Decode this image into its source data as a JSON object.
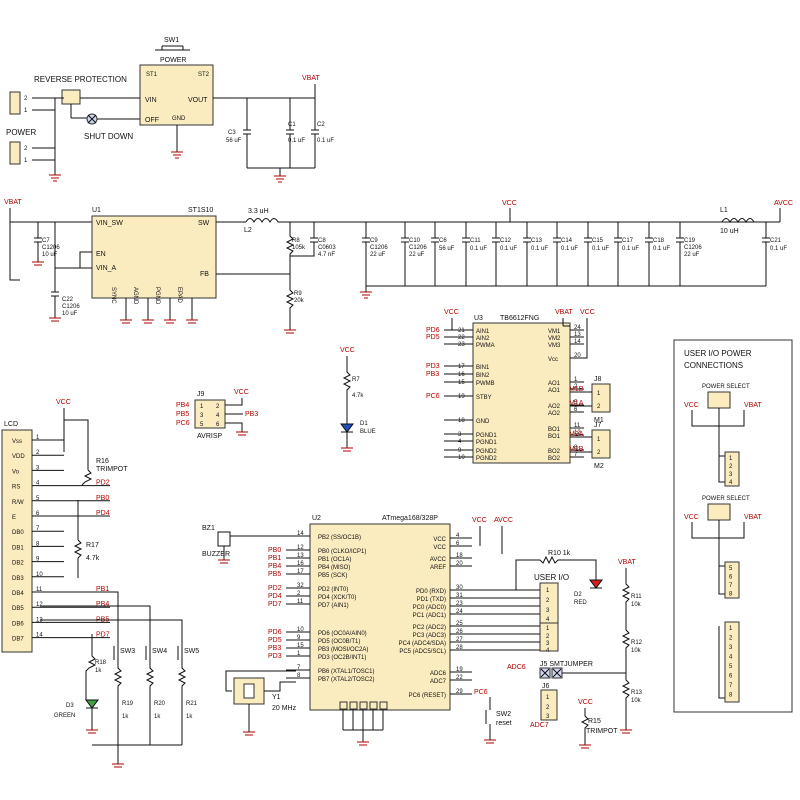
{
  "labels": {
    "reverse_protection": "REVERSE PROTECTION",
    "power_conn": "POWER",
    "shutdown": "SHUT DOWN",
    "sw1": "SW1",
    "sw1_power": "POWER",
    "vin": "VIN",
    "off": "OFF",
    "vout": "VOUT",
    "gnd": "GND",
    "vbat": "VBAT",
    "vcc": "VCC",
    "avcc": "AVCC",
    "u1": "U1",
    "st1s10": "ST1S10",
    "vin_sw": "VIN_SW",
    "en": "EN",
    "vin_a": "VIN_A",
    "sw": "SW",
    "fb": "FB",
    "l2": "L2",
    "l2_val": "3.3 uH",
    "l1": "L1",
    "l1_val": "10 uH",
    "u3": "U3",
    "tb6612": "TB6612FNG",
    "j9": "J9",
    "avrisp": "AVRISP",
    "lcd": "LCD",
    "u2": "U2",
    "atmega": "ATmega168/328P",
    "bz1": "BZ1",
    "buzzer": "BUZZER",
    "y1": "Y1",
    "y1_val": "20 MHz",
    "user_io": "USER I/O",
    "user_io_power": "USER I/O POWER",
    "connections": "CONNECTIONS",
    "power_select": "POWER SELECT",
    "r7": "R7",
    "r7_val": "4.7k",
    "d1": "D1",
    "d1_col": "BLUE",
    "r16": "R16",
    "trimpot": "TRIMPOT",
    "r17": "R17",
    "r17_val": "4.7k",
    "d3": "D3",
    "d3_col": "GREEN",
    "r18": "R18",
    "r18_val": "1k",
    "r10": "R10 1k",
    "d2": "D2",
    "d2_col": "RED",
    "r11": "R11",
    "r12": "R12",
    "r13": "R13",
    "r_10k": "10k",
    "j5": "J5 SMTJUMPER",
    "adc6": "ADC6",
    "adc7": "ADC7",
    "j6": "J6",
    "r15": "R15",
    "sw2": "SW2",
    "reset": "reset",
    "pc6": "PC6",
    "m1": "M1",
    "m2": "M2",
    "j8": "J8",
    "j7": "J7"
  },
  "caps_top": [
    {
      "ref": "C3",
      "val": "56 uF"
    },
    {
      "ref": "C1",
      "val": "0.1 uF"
    },
    {
      "ref": "C2",
      "val": "0.1 uF"
    }
  ],
  "caps_left": [
    {
      "ref": "C7",
      "val1": "C1206",
      "val2": "10 uF"
    },
    {
      "ref": "C22",
      "val1": "C1206",
      "val2": "10 uF"
    }
  ],
  "r8": {
    "ref": "R8",
    "val": "105k"
  },
  "r9": {
    "ref": "R9",
    "val": "20k"
  },
  "c8": {
    "ref": "C8",
    "val1": "C0603",
    "val2": "4.7 nF"
  },
  "caps_row": [
    {
      "ref": "C9",
      "val1": "C1206",
      "val2": "22 uF"
    },
    {
      "ref": "C10",
      "val1": "C1206",
      "val2": "22 uF"
    },
    {
      "ref": "C6",
      "val1": "",
      "val2": "56 uF"
    },
    {
      "ref": "C11",
      "val1": "",
      "val2": "0.1 uF"
    },
    {
      "ref": "C12",
      "val1": "",
      "val2": "0.1 uF"
    },
    {
      "ref": "C13",
      "val1": "",
      "val2": "0.1 uF"
    },
    {
      "ref": "C14",
      "val1": "",
      "val2": "0.1 uF"
    },
    {
      "ref": "C15",
      "val1": "",
      "val2": "0.1 uF"
    },
    {
      "ref": "C17",
      "val1": "",
      "val2": "0.1 uF"
    },
    {
      "ref": "C18",
      "val1": "",
      "val2": "0.1 uF"
    },
    {
      "ref": "C19",
      "val1": "C1206",
      "val2": "22 uF"
    }
  ],
  "c21": {
    "ref": "C21",
    "val": "0.1 uF"
  },
  "u1_bottom_pins": [
    "SYNC",
    "AGND",
    "PGND",
    "EPAD"
  ],
  "u3_left_pins": [
    {
      "net": "PD6",
      "num": "21",
      "name": "AIN1"
    },
    {
      "net": "PD5",
      "num": "22",
      "name": "AIN2"
    },
    {
      "net": "",
      "num": "23",
      "name": "PWMA"
    },
    {
      "net": "PD3",
      "num": "17",
      "name": "BIN1"
    },
    {
      "net": "PB3",
      "num": "16",
      "name": "BIN2"
    },
    {
      "net": "",
      "num": "15",
      "name": "PWMB"
    },
    {
      "net": "PC6",
      "num": "19",
      "name": "STBY"
    },
    {
      "net": "",
      "num": "18",
      "name": "GND"
    },
    {
      "net": "",
      "num": "3",
      "name": "PGND1"
    },
    {
      "net": "",
      "num": "4",
      "name": "PGND1"
    },
    {
      "net": "",
      "num": "9",
      "name": "PGND2"
    },
    {
      "net": "",
      "num": "10",
      "name": "PGND2"
    }
  ],
  "u3_right_pins": [
    {
      "name": "VM1",
      "num": "24"
    },
    {
      "name": "VM2",
      "num": "13"
    },
    {
      "name": "VM3",
      "num": "14"
    },
    {
      "name": "Vcc",
      "num": "20"
    },
    {
      "name": "AO1",
      "num": "1"
    },
    {
      "name": "AO1",
      "num": "2"
    },
    {
      "name": "AO2",
      "num": "5"
    },
    {
      "name": "AO2",
      "num": "6"
    },
    {
      "name": "BO1",
      "num": "11"
    },
    {
      "name": "BO1",
      "num": "12"
    },
    {
      "name": "BO2",
      "num": "8"
    },
    {
      "name": "BO2",
      "num": "7"
    }
  ],
  "motor_nets": [
    "M1B",
    "M1A",
    "M2A",
    "M2B"
  ],
  "avrisp_nets": [
    "PB4",
    "PB5",
    "PC6",
    "PB3"
  ],
  "avrisp_pins": [
    "1",
    "2",
    "3",
    "4",
    "5",
    "6"
  ],
  "lcd_pins": [
    {
      "name": "Vss",
      "num": "1"
    },
    {
      "name": "VDD",
      "num": "2"
    },
    {
      "name": "Vo",
      "num": "3"
    },
    {
      "name": "RS",
      "num": "4",
      "net": "PD2"
    },
    {
      "name": "R/W",
      "num": "5",
      "net": "PB0"
    },
    {
      "name": "E",
      "num": "6",
      "net": "PD4"
    },
    {
      "name": "DB0",
      "num": "7"
    },
    {
      "name": "DB1",
      "num": "8"
    },
    {
      "name": "DB2",
      "num": "9"
    },
    {
      "name": "DB3",
      "num": "10"
    },
    {
      "name": "DB4",
      "num": "11",
      "net": "PB1"
    },
    {
      "name": "DB5",
      "num": "12",
      "net": "PB4"
    },
    {
      "name": "DB6",
      "num": "13",
      "net": "PB5"
    },
    {
      "name": "DB7",
      "num": "14",
      "net": "PD7"
    }
  ],
  "buttons": [
    {
      "sw": "SW3",
      "r": "R19",
      "val": "1k"
    },
    {
      "sw": "SW4",
      "r": "R20",
      "val": "1k"
    },
    {
      "sw": "SW5",
      "r": "R21",
      "val": "1k"
    }
  ],
  "u2_left_pins": [
    {
      "net": "",
      "num": "14",
      "name": "PB2 (SS/OC1B)"
    },
    {
      "net": "PB0",
      "num": "12",
      "name": "PB0 (CLKO/ICP1)"
    },
    {
      "net": "PB1",
      "num": "13",
      "name": "PB1 (OC1A)"
    },
    {
      "net": "PB4",
      "num": "16",
      "name": "PB4 (MISO)"
    },
    {
      "net": "PB5",
      "num": "17",
      "name": "PB5 (SCK)"
    },
    {
      "net": "PD2",
      "num": "32",
      "name": "PD2 (INT0)"
    },
    {
      "net": "PD4",
      "num": "2",
      "name": "PD4 (XCK/T0)"
    },
    {
      "net": "PD7",
      "num": "11",
      "name": "PD7 (AIN1)"
    },
    {
      "net": "PD6",
      "num": "10",
      "name": "PD6 (OC0A/AIN0)"
    },
    {
      "net": "PD5",
      "num": "9",
      "name": "PD5 (OC0B/T1)"
    },
    {
      "net": "PB3",
      "num": "15",
      "name": "PB3 (MOSI/OC2A)"
    },
    {
      "net": "PD3",
      "num": "1",
      "name": "PD3 (OC2B/INT1)"
    },
    {
      "net": "",
      "num": "7",
      "name": "PB6 (XTAL1/TOSC1)"
    },
    {
      "net": "",
      "num": "8",
      "name": "PB7 (XTAL2/TOSC2)"
    }
  ],
  "u2_right_pins": [
    {
      "name": "VCC",
      "num": "4"
    },
    {
      "name": "VCC",
      "num": "6"
    },
    {
      "name": "AVCC",
      "num": "18"
    },
    {
      "name": "AREF",
      "num": "20"
    },
    {
      "name": "PD0 (RXD)",
      "num": "30"
    },
    {
      "name": "PD1 (TXD)",
      "num": "31"
    },
    {
      "name": "PC0 (ADC0)",
      "num": "23"
    },
    {
      "name": "PC1 (ADC1)",
      "num": "24"
    },
    {
      "name": "PC2 (ADC2)",
      "num": "25"
    },
    {
      "name": "PC3 (ADC3)",
      "num": "26"
    },
    {
      "name": "PC4 (ADC4/SDA)",
      "num": "27"
    },
    {
      "name": "PC5 (ADC5/SCL)",
      "num": "28"
    },
    {
      "name": "ADC6",
      "num": "19"
    },
    {
      "name": "ADC7",
      "num": "22"
    },
    {
      "name": "PC6 (RESET)",
      "num": "29"
    }
  ],
  "user_io_pins": [
    "1",
    "2",
    "3",
    "4"
  ],
  "power_select_pins_a": [
    "1",
    "2",
    "3",
    "4"
  ],
  "power_select_pins_b": [
    "5",
    "6",
    "7",
    "8"
  ],
  "power_select_pins_c": [
    "1",
    "2",
    "3",
    "4",
    "5",
    "6",
    "7",
    "8"
  ],
  "jumper_pins": [
    "1",
    "2",
    "3"
  ],
  "connector_pins": [
    "1",
    "2"
  ]
}
